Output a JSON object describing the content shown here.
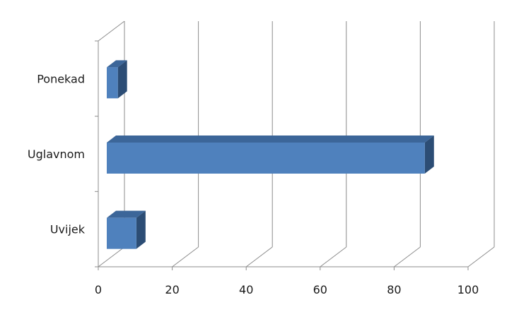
{
  "chart_data": {
    "type": "bar",
    "orientation": "horizontal",
    "style": "3d",
    "categories": [
      "Ponekad",
      "Uglavnom",
      "Uvijek"
    ],
    "values": [
      3,
      86,
      8
    ],
    "xlim": [
      0,
      100
    ],
    "xticks": [
      "0",
      "20",
      "40",
      "60",
      "80",
      "100"
    ],
    "grid": true,
    "legend": "none",
    "colors": {
      "bar_front": "#4f81bd",
      "bar_top": "#3c6699",
      "bar_side": "#2c4d75",
      "grid": "#8c8c8c"
    }
  }
}
